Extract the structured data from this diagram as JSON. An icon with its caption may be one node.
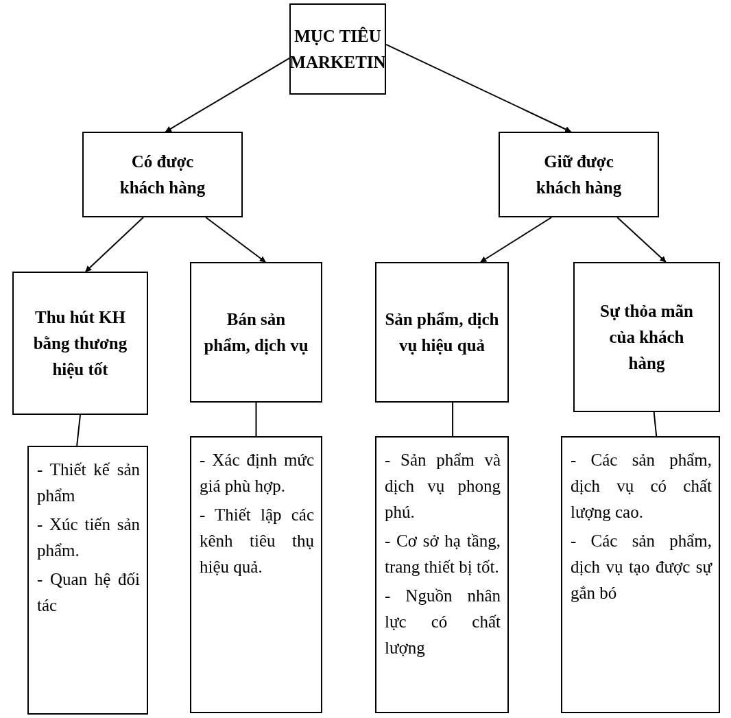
{
  "diagram": {
    "nodes": [
      {
        "text": [
          "MỤC TIÊU MARKETIN"
        ]
      },
      {
        "text": [
          "Có được khách hàng"
        ]
      },
      {
        "text": [
          "Giữ được khách hàng"
        ]
      },
      {
        "text": [
          "Thu hút KH bằng thương hiệu tốt"
        ]
      },
      {
        "text": [
          "Bán sản phẩm, dịch vụ"
        ]
      },
      {
        "text": [
          "Sản phẩm, dịch vụ hiệu quả"
        ]
      },
      {
        "text": [
          "Sự thỏa mãn của khách hàng"
        ]
      },
      {
        "text": [
          "- Thiết kế sản phẩm",
          "- Xúc tiến sản phẩm.",
          "- Quan hệ đối tác"
        ]
      },
      {
        "text": [
          "- Xác định mức giá phù hợp.",
          "- Thiết lập các kênh tiêu thụ hiệu quả."
        ]
      },
      {
        "text": [
          "- Sản phẩm và dịch vụ phong phú.",
          "- Cơ sở hạ tầng, trang thiết bị tốt.",
          "- Nguồn nhân lực có chất lượng"
        ]
      },
      {
        "text": [
          "- Các sản phẩm, dịch vụ có chất lượng cao.",
          "- Các sản phẩm, dịch vụ tạo được sự gắn bó"
        ]
      }
    ],
    "edges": [
      {
        "from": 0,
        "to": 1,
        "arrow": "to"
      },
      {
        "from": 0,
        "to": 2,
        "arrow": "to"
      },
      {
        "from": 1,
        "to": 3,
        "arrow": "to"
      },
      {
        "from": 1,
        "to": 4,
        "arrow": "to"
      },
      {
        "from": 2,
        "to": 5,
        "arrow": "to"
      },
      {
        "from": 2,
        "to": 6,
        "arrow": "to"
      },
      {
        "from": 3,
        "to": 7,
        "arrow": "none"
      },
      {
        "from": 4,
        "to": 8,
        "arrow": "none"
      },
      {
        "from": 5,
        "to": 9,
        "arrow": "none"
      },
      {
        "from": 6,
        "to": 10,
        "arrow": "none"
      }
    ]
  }
}
